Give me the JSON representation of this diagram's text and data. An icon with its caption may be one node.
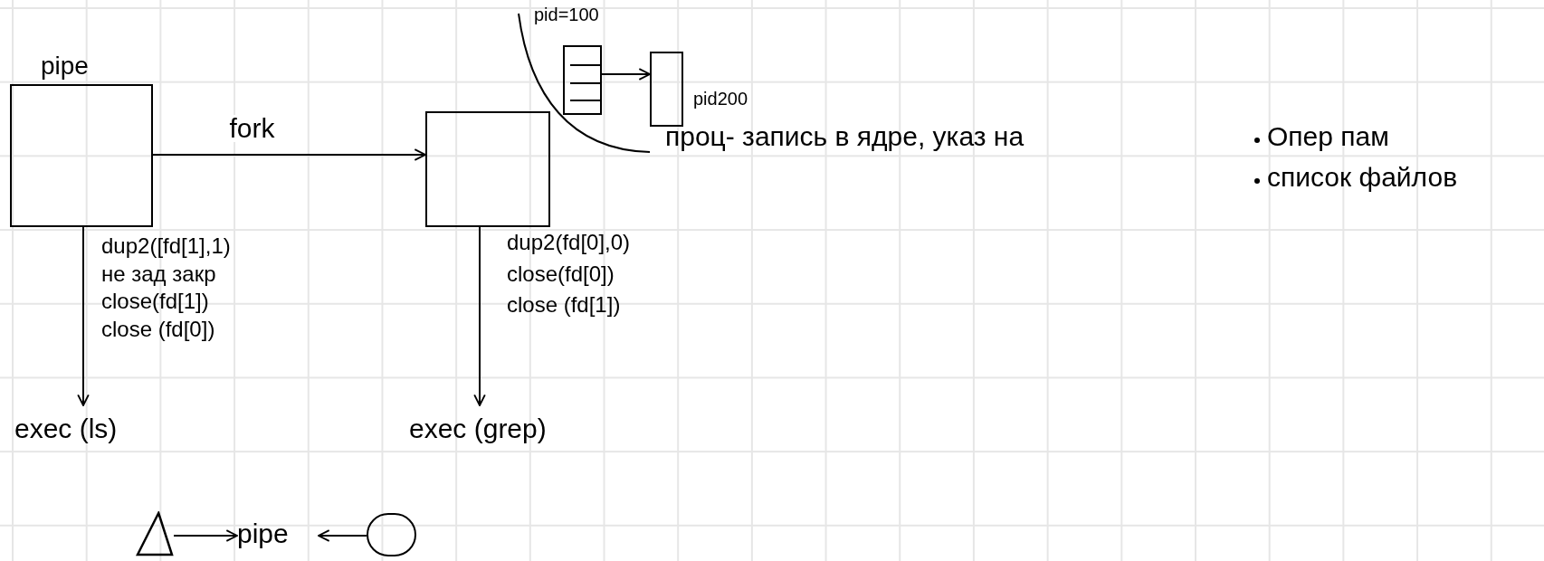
{
  "diagram": {
    "nodes": [
      {
        "text": [
          "pipe"
        ]
      },
      {
        "text": [],
        "shape": "box"
      },
      {
        "text": [
          "exec (ls)"
        ]
      },
      {
        "text": [
          "exec (grep)"
        ]
      },
      {
        "text": [],
        "shape": "box",
        "beside": [
          "pid=100"
        ]
      },
      {
        "text": [],
        "shape": "box",
        "beside": [
          "pid200"
        ]
      },
      {
        "text": [],
        "shape": "triangle"
      },
      {
        "text": [
          "pipe"
        ]
      },
      {
        "text": [],
        "shape": "circle"
      }
    ],
    "edges": [
      {
        "from": 0,
        "to": 1,
        "arrow": "to",
        "label": "fork"
      },
      {
        "from": 0,
        "to": 2,
        "arrow": "to"
      },
      {
        "from": 1,
        "to": 3,
        "arrow": "to"
      },
      {
        "from": 4,
        "to": 5,
        "arrow": "to"
      },
      {
        "from": 6,
        "to": 7,
        "arrow": "to"
      },
      {
        "from": 8,
        "to": 7,
        "arrow": "to"
      }
    ],
    "labels": [
      "проц- запись в ядре, указ на",
      "Опер пам",
      "список файлов",
      "dup2([fd[1],1)",
      "не зад закр",
      "close(fd[1])",
      "close (fd[0])",
      "dup2(fd[0],0)",
      "close(fd[0])",
      "close (fd[1])"
    ]
  }
}
